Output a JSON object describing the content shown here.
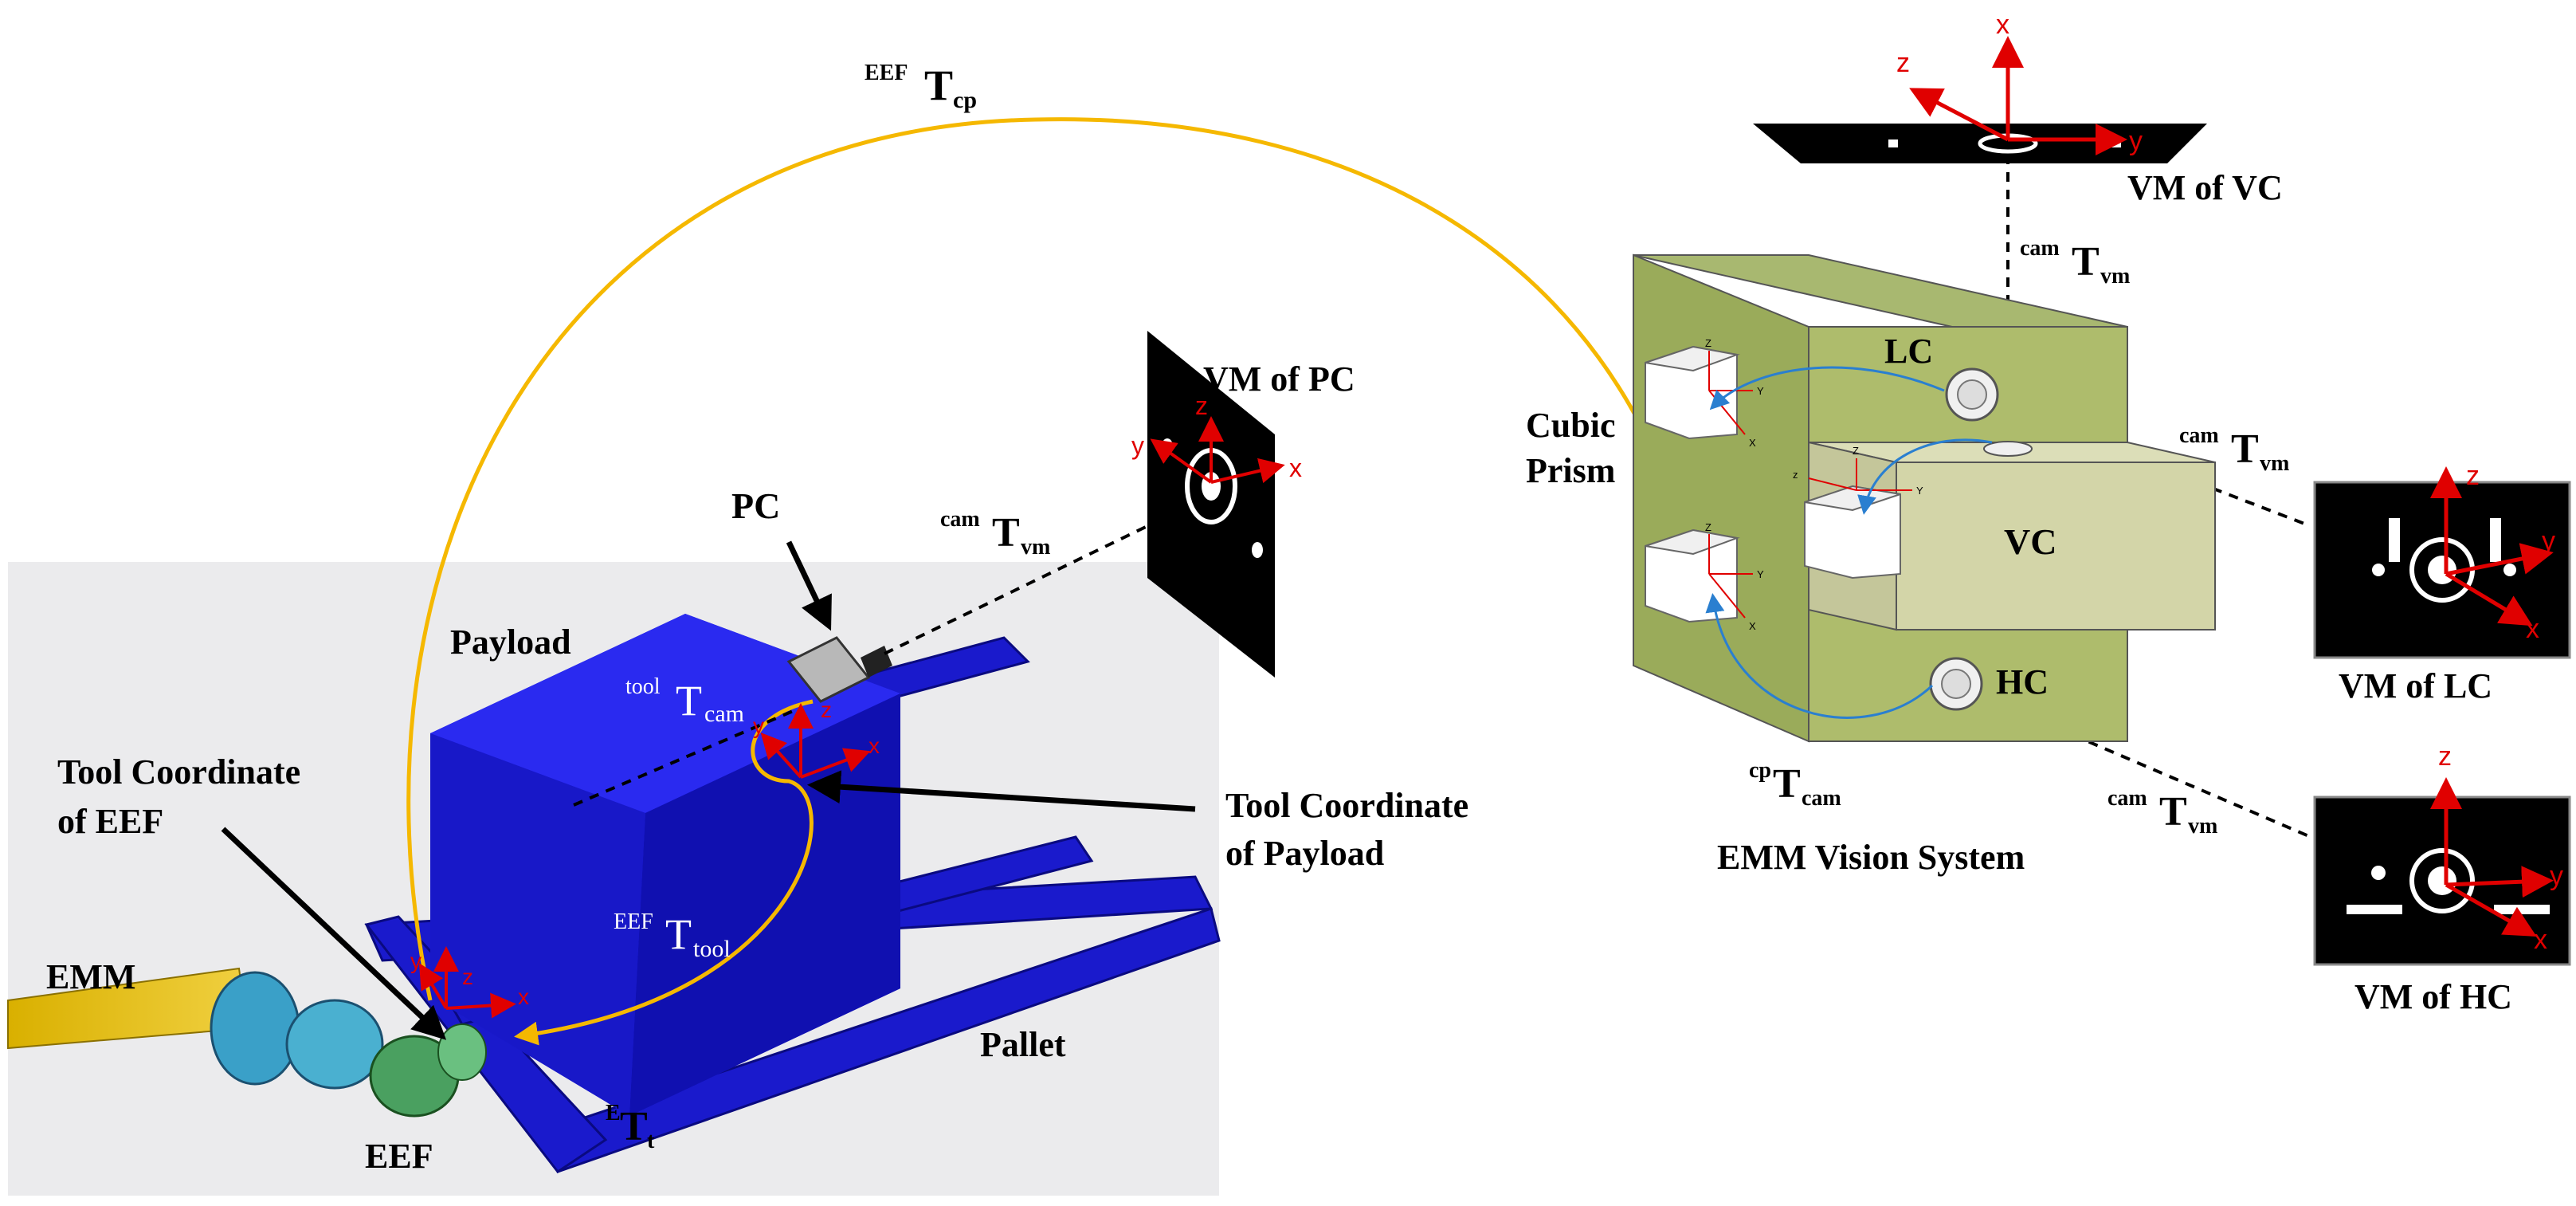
{
  "labels": {
    "eef_t_cp": {
      "sup": "EEF",
      "main": "T",
      "sub": "cp"
    },
    "vm_of_vc": "VM of VC",
    "cam_t_vm_top": {
      "sup": "cam",
      "main": "T",
      "sub": "vm"
    },
    "vm_of_pc": "VM of PC",
    "cubic": "Cubic",
    "prism": "Prism",
    "lc": "LC",
    "vc": "VC",
    "hc": "HC",
    "cam_t_vm_right": {
      "sup": "cam",
      "main": "T",
      "sub": "vm"
    },
    "pc": "PC",
    "cam_t_vm_pc": {
      "sup": "cam",
      "main": "T",
      "sub": "vm"
    },
    "payload": "Payload",
    "tool_t_cam": {
      "sup": "tool",
      "main": "T",
      "sub": "cam"
    },
    "tool_coord_eef_1": "Tool Coordinate",
    "tool_coord_eef_2": "of EEF",
    "tool_coord_payload_1": "Tool Coordinate",
    "tool_coord_payload_2": "of  Payload",
    "vm_of_lc": "VM of LC",
    "cp_t_cam": {
      "sup": "cp",
      "main": "T",
      "sub": "cam"
    },
    "cam_t_vm_hc": {
      "sup": "cam",
      "main": "T",
      "sub": "vm"
    },
    "emm_vision_system": "EMM Vision System",
    "eef_t_tool": {
      "sup": "EEF",
      "main": "T",
      "sub": "tool"
    },
    "emm": "EMM",
    "pallet": "Pallet",
    "e_t_t": {
      "sup": "E",
      "main": "T",
      "sub": "t"
    },
    "eef": "EEF",
    "vm_of_hc": "VM of HC"
  },
  "axes": {
    "x": "x",
    "y": "y",
    "z": "z",
    "X": "X",
    "Y": "Y",
    "Z": "Z"
  },
  "colors": {
    "orange_arc": "#f5b800",
    "payload_blue": "#1414c8",
    "emm_box_green": "#9aab5a",
    "vc_box_tan": "#d3d5a8",
    "axis_red": "#e00000",
    "blue_arrow": "#2a7fd0"
  }
}
